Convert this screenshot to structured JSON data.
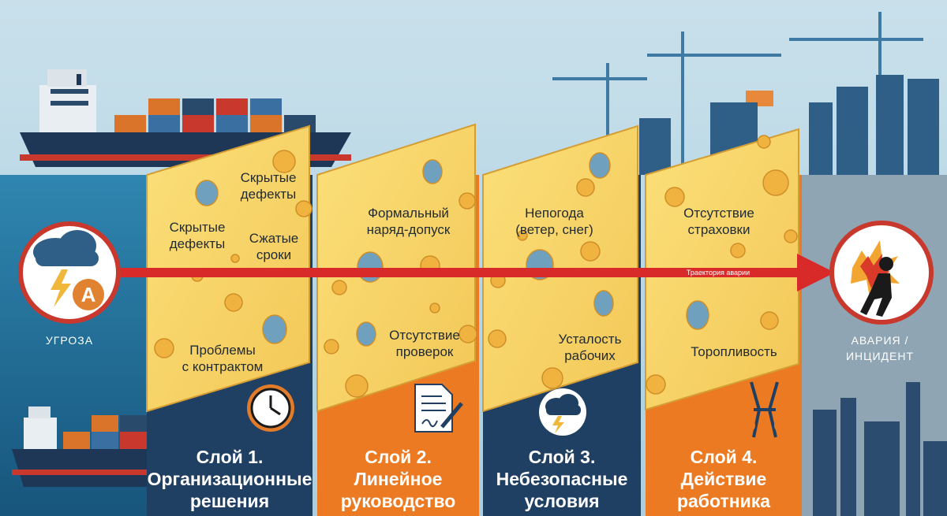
{
  "threat": {
    "label": "УГРОЗА",
    "badge": "A"
  },
  "outcome": {
    "label_line1": "АВАРИЯ /",
    "label_line2": "ИНЦИДЕНТ"
  },
  "trajectory_label": "Траектория аварии",
  "layers": [
    {
      "title_lines": [
        "Слой 1.",
        "Организационные",
        "решения"
      ],
      "icon": "clock-icon",
      "band_color": "#1f3f63",
      "labels": [
        {
          "lines": [
            "Скрытые",
            "дефекты"
          ]
        },
        {
          "lines": [
            "Скрытые",
            "дефекты"
          ]
        },
        {
          "lines": [
            "Сжатые",
            "сроки"
          ]
        },
        {
          "lines": [
            "Проблемы",
            "с контрактом"
          ]
        }
      ]
    },
    {
      "title_lines": [
        "Слой 2.",
        "Линейное",
        "руководство"
      ],
      "icon": "signed-document-icon",
      "band_color": "#ec7a22",
      "labels": [
        {
          "lines": [
            "Формальный",
            "наряд-допуск"
          ]
        },
        {
          "lines": [
            "Отсутствие",
            "проверок"
          ]
        }
      ]
    },
    {
      "title_lines": [
        "Слой 3.",
        "Небезопасные",
        "условия"
      ],
      "icon": "storm-cloud-icon",
      "band_color": "#1f3f63",
      "labels": [
        {
          "lines": [
            "Непогода",
            "(ветер, снег)"
          ]
        },
        {
          "lines": [
            "Усталость",
            "рабочих"
          ]
        }
      ]
    },
    {
      "title_lines": [
        "Слой 4.",
        "Действие",
        "работника"
      ],
      "icon": "safety-harness-icon",
      "band_color": "#ec7a22",
      "labels": [
        {
          "lines": [
            "Отсутствие",
            "страховки"
          ]
        },
        {
          "lines": [
            "Торопливость"
          ]
        }
      ]
    }
  ]
}
